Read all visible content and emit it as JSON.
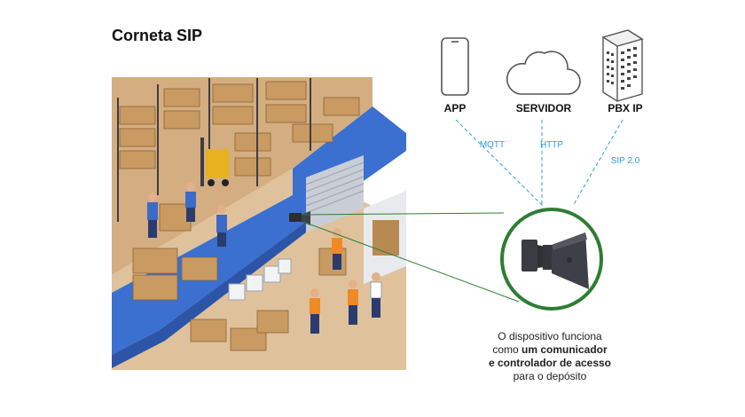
{
  "title": "Corneta SIP",
  "nodes": {
    "app": "APP",
    "server": "SERVIDOR",
    "pbx": "PBX IP"
  },
  "protocols": {
    "mqtt": "MQTT",
    "http": "HTTP",
    "sip": "SIP 2.0"
  },
  "caption": {
    "line1": "O dispositivo funciona",
    "line2_pre": "como ",
    "line2_bold": "um comunicador",
    "line3_bold": "e controlador de acesso",
    "line4": "para o depósito"
  },
  "colors": {
    "warehouse_blue": "#3b6fd0",
    "floor": "#d8b48a",
    "connector_green": "#2e7d32",
    "protocol_blue": "#2a9fd6"
  }
}
